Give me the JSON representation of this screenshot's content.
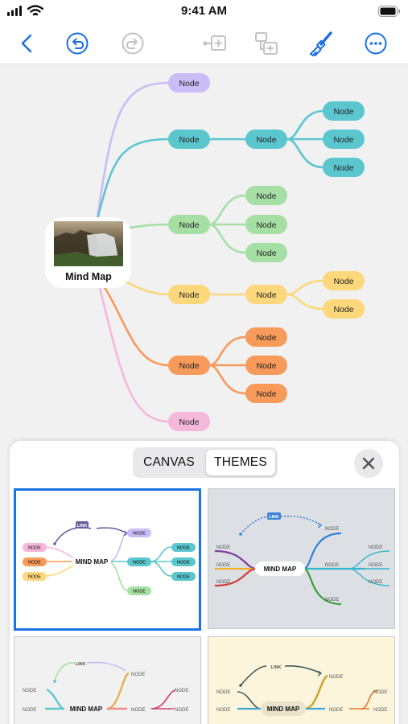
{
  "status_bar": {
    "time": "9:41 AM"
  },
  "toolbar": {
    "back": "chevron-left-icon",
    "undo": "undo-icon",
    "redo": "redo-icon",
    "add_child": "add-child-node-icon",
    "add_sibling": "add-sibling-node-icon",
    "style": "paintbrush-icon",
    "more": "more-icon",
    "accent": "#1a6fe0"
  },
  "mindmap": {
    "root_label": "Mind Map",
    "node_label": "Node",
    "colors": {
      "purple": "#c8bdf6",
      "teal": "#5cc6cf",
      "green": "#a6dfa4",
      "yellow": "#fcd77b",
      "orange": "#f89a5a",
      "pink": "#f6b8d9"
    }
  },
  "panel": {
    "tabs": [
      "CANVAS",
      "THEMES"
    ],
    "active_tab": "THEMES",
    "close": "close-icon"
  },
  "themes": [
    {
      "root": "MIND MAP",
      "link": "LINK",
      "node": "NODE",
      "selected": true,
      "colors": {
        "bg": "#ffffff",
        "link_badge": "#675f9e"
      }
    },
    {
      "root": "MIND MAP",
      "link": "LINK",
      "node": "NODE",
      "selected": false,
      "colors": {
        "bg": "#dce0e5",
        "link_badge": "#3a82d6"
      }
    },
    {
      "root": "MIND MAP",
      "link": "LINK",
      "node": "NODE",
      "selected": false,
      "colors": {
        "bg": "#f1f1f2"
      }
    },
    {
      "root": "MIND MAP",
      "link": "LINK",
      "node": "NODE",
      "selected": false,
      "colors": {
        "bg": "#fdf4dc"
      }
    }
  ]
}
